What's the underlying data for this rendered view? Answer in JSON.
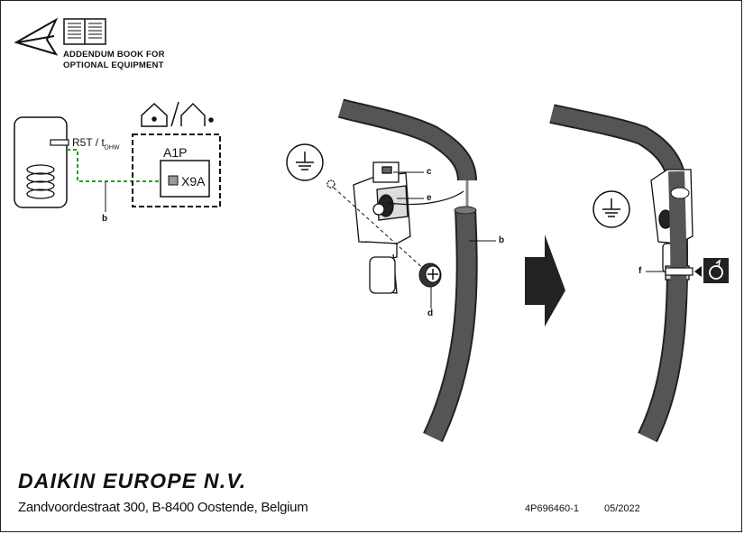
{
  "header": {
    "addendum_line1": "ADDENDUM BOOK FOR",
    "addendum_line2": "OPTIONAL EQUIPMENT"
  },
  "wiring": {
    "sensor_label": "R5T / t",
    "sensor_sub": "DHW",
    "board_label": "A1P",
    "terminal_label": "X9A",
    "cable_label": "b"
  },
  "assembly": {
    "label_c": "c",
    "label_e": "e",
    "label_b": "b",
    "label_d": "d",
    "label_f": "f"
  },
  "footer": {
    "brand": "DAIKIN EUROPE N.V.",
    "address": "Zandvoordestraat 300, B-8400 Oostende, Belgium",
    "doc_number": "4P696460-1",
    "date": "05/2022"
  },
  "colors": {
    "cable_fill": "#555555",
    "wire_green": "#2e9a2e"
  }
}
